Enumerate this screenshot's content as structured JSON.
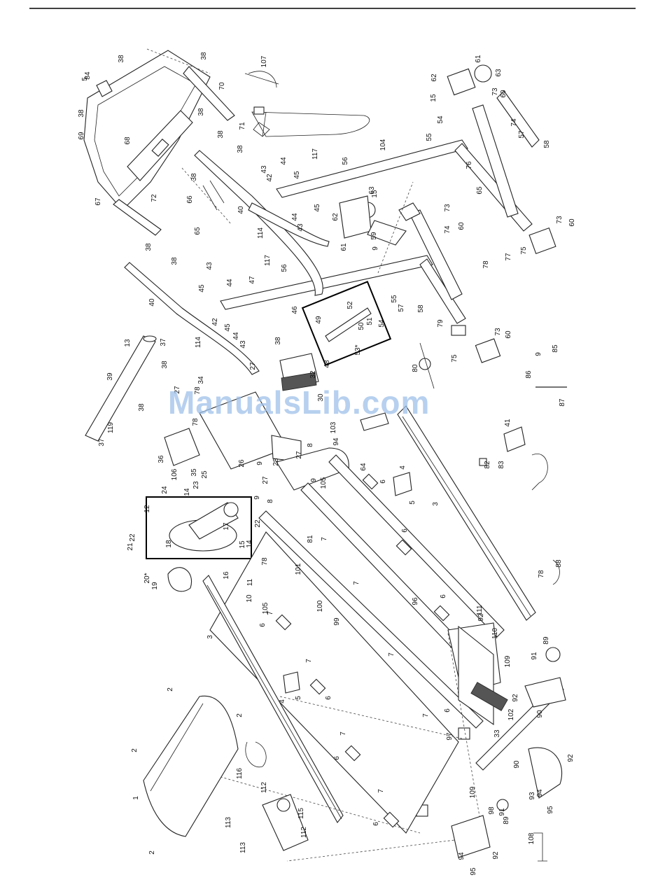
{
  "watermark": "ManualsLib.com",
  "part_labels": [
    {
      "id": "p1",
      "text": "1"
    },
    {
      "id": "p2a",
      "text": "2"
    },
    {
      "id": "p2b",
      "text": "2"
    },
    {
      "id": "p2c",
      "text": "2"
    },
    {
      "id": "p2d",
      "text": "2"
    },
    {
      "id": "p3a",
      "text": "3"
    },
    {
      "id": "p3b",
      "text": "3"
    },
    {
      "id": "p4a",
      "text": "4"
    },
    {
      "id": "p4b",
      "text": "4"
    },
    {
      "id": "p5a",
      "text": "5"
    },
    {
      "id": "p5b",
      "text": "5"
    },
    {
      "id": "p5c",
      "text": "5"
    },
    {
      "id": "p6a",
      "text": "6"
    },
    {
      "id": "p6b",
      "text": "6"
    },
    {
      "id": "p6c",
      "text": "6"
    },
    {
      "id": "p6d",
      "text": "6"
    },
    {
      "id": "p6e",
      "text": "6"
    },
    {
      "id": "p6f",
      "text": "6"
    },
    {
      "id": "p6g",
      "text": "6"
    },
    {
      "id": "p6h",
      "text": "6"
    },
    {
      "id": "p7a",
      "text": "7"
    },
    {
      "id": "p7b",
      "text": "7"
    },
    {
      "id": "p7c",
      "text": "7"
    },
    {
      "id": "p7d",
      "text": "7"
    },
    {
      "id": "p7e",
      "text": "7"
    },
    {
      "id": "p7f",
      "text": "7"
    },
    {
      "id": "p7g",
      "text": "7"
    },
    {
      "id": "p7h",
      "text": "7"
    },
    {
      "id": "p8a",
      "text": "8"
    },
    {
      "id": "p8b",
      "text": "8"
    },
    {
      "id": "p9a",
      "text": "9"
    },
    {
      "id": "p9b",
      "text": "9"
    },
    {
      "id": "p9c",
      "text": "9"
    },
    {
      "id": "p9d",
      "text": "9"
    },
    {
      "id": "p9e",
      "text": "9"
    },
    {
      "id": "p10",
      "text": "10"
    },
    {
      "id": "p11",
      "text": "11"
    },
    {
      "id": "p12",
      "text": "12"
    },
    {
      "id": "p13",
      "text": "13"
    },
    {
      "id": "p14a",
      "text": "14"
    },
    {
      "id": "p14b",
      "text": "14"
    },
    {
      "id": "p15a",
      "text": "15"
    },
    {
      "id": "p15b",
      "text": "15"
    },
    {
      "id": "p15c",
      "text": "15"
    },
    {
      "id": "p16",
      "text": "16"
    },
    {
      "id": "p17",
      "text": "17"
    },
    {
      "id": "p18",
      "text": "18"
    },
    {
      "id": "p19",
      "text": "19"
    },
    {
      "id": "p20",
      "text": "20*"
    },
    {
      "id": "p21",
      "text": "21"
    },
    {
      "id": "p22a",
      "text": "22"
    },
    {
      "id": "p22b",
      "text": "22"
    },
    {
      "id": "p23",
      "text": "23"
    },
    {
      "id": "p24",
      "text": "24"
    },
    {
      "id": "p25",
      "text": "25"
    },
    {
      "id": "p26",
      "text": "26"
    },
    {
      "id": "p27a",
      "text": "27"
    },
    {
      "id": "p27b",
      "text": "27"
    },
    {
      "id": "p27c",
      "text": "27"
    },
    {
      "id": "p27d",
      "text": "27"
    },
    {
      "id": "p28",
      "text": "28"
    },
    {
      "id": "p30",
      "text": "30"
    },
    {
      "id": "p32",
      "text": "32"
    },
    {
      "id": "p33",
      "text": "33"
    },
    {
      "id": "p34",
      "text": "34"
    },
    {
      "id": "p35",
      "text": "35"
    },
    {
      "id": "p36",
      "text": "36"
    },
    {
      "id": "p37a",
      "text": "37"
    },
    {
      "id": "p37b",
      "text": "37"
    },
    {
      "id": "p38a",
      "text": "38"
    },
    {
      "id": "p38b",
      "text": "38"
    },
    {
      "id": "p38c",
      "text": "38"
    },
    {
      "id": "p38d",
      "text": "38"
    },
    {
      "id": "p38e",
      "text": "38"
    },
    {
      "id": "p38f",
      "text": "38"
    },
    {
      "id": "p38g",
      "text": "38"
    },
    {
      "id": "p38h",
      "text": "38"
    },
    {
      "id": "p38i",
      "text": "38"
    },
    {
      "id": "p38j",
      "text": "38"
    },
    {
      "id": "p38k",
      "text": "38"
    },
    {
      "id": "p38l",
      "text": "38"
    },
    {
      "id": "p39",
      "text": "39"
    },
    {
      "id": "p40a",
      "text": "40"
    },
    {
      "id": "p40b",
      "text": "40"
    },
    {
      "id": "p41",
      "text": "41"
    },
    {
      "id": "p42a",
      "text": "42"
    },
    {
      "id": "p42b",
      "text": "42"
    },
    {
      "id": "p43a",
      "text": "43"
    },
    {
      "id": "p43b",
      "text": "43"
    },
    {
      "id": "p43c",
      "text": "43"
    },
    {
      "id": "p43d",
      "text": "43"
    },
    {
      "id": "p44a",
      "text": "44"
    },
    {
      "id": "p44b",
      "text": "44"
    },
    {
      "id": "p44c",
      "text": "44"
    },
    {
      "id": "p44d",
      "text": "44"
    },
    {
      "id": "p45a",
      "text": "45"
    },
    {
      "id": "p45b",
      "text": "45"
    },
    {
      "id": "p45c",
      "text": "45"
    },
    {
      "id": "p45d",
      "text": "45"
    },
    {
      "id": "p46",
      "text": "46"
    },
    {
      "id": "p47",
      "text": "47"
    },
    {
      "id": "p48",
      "text": "48"
    },
    {
      "id": "p49",
      "text": "49"
    },
    {
      "id": "p50",
      "text": "50"
    },
    {
      "id": "p51",
      "text": "51"
    },
    {
      "id": "p52",
      "text": "52"
    },
    {
      "id": "p53",
      "text": "53*"
    },
    {
      "id": "p54a",
      "text": "54"
    },
    {
      "id": "p54b",
      "text": "54"
    },
    {
      "id": "p55a",
      "text": "55"
    },
    {
      "id": "p55b",
      "text": "55"
    },
    {
      "id": "p56a",
      "text": "56"
    },
    {
      "id": "p56b",
      "text": "56"
    },
    {
      "id": "p57a",
      "text": "57"
    },
    {
      "id": "p57b",
      "text": "57"
    },
    {
      "id": "p58a",
      "text": "58"
    },
    {
      "id": "p58b",
      "text": "58"
    },
    {
      "id": "p59",
      "text": "59"
    },
    {
      "id": "p60a",
      "text": "60"
    },
    {
      "id": "p60b",
      "text": "60"
    },
    {
      "id": "p60c",
      "text": "60"
    },
    {
      "id": "p60d",
      "text": "60"
    },
    {
      "id": "p61a",
      "text": "61"
    },
    {
      "id": "p61b",
      "text": "61"
    },
    {
      "id": "p62a",
      "text": "62"
    },
    {
      "id": "p62b",
      "text": "62"
    },
    {
      "id": "p63a",
      "text": "63"
    },
    {
      "id": "p63b",
      "text": "63"
    },
    {
      "id": "p64",
      "text": "64"
    },
    {
      "id": "p65a",
      "text": "65"
    },
    {
      "id": "p65b",
      "text": "65"
    },
    {
      "id": "p66",
      "text": "66"
    },
    {
      "id": "p67",
      "text": "67"
    },
    {
      "id": "p68",
      "text": "68"
    },
    {
      "id": "p69",
      "text": "69"
    },
    {
      "id": "p70",
      "text": "70"
    },
    {
      "id": "p71",
      "text": "71"
    },
    {
      "id": "p72",
      "text": "72"
    },
    {
      "id": "p73a",
      "text": "73"
    },
    {
      "id": "p73b",
      "text": "73"
    },
    {
      "id": "p73c",
      "text": "73"
    },
    {
      "id": "p73d",
      "text": "73"
    },
    {
      "id": "p74a",
      "text": "74"
    },
    {
      "id": "p74b",
      "text": "74"
    },
    {
      "id": "p75a",
      "text": "75"
    },
    {
      "id": "p75b",
      "text": "75"
    },
    {
      "id": "p76",
      "text": "76"
    },
    {
      "id": "p77",
      "text": "77"
    },
    {
      "id": "p78a",
      "text": "78"
    },
    {
      "id": "p78b",
      "text": "78"
    },
    {
      "id": "p78c",
      "text": "78"
    },
    {
      "id": "p78d",
      "text": "78"
    },
    {
      "id": "p78e",
      "text": "78"
    },
    {
      "id": "p79",
      "text": "79"
    },
    {
      "id": "p80",
      "text": "80"
    },
    {
      "id": "p81",
      "text": "81"
    },
    {
      "id": "p82",
      "text": "82"
    },
    {
      "id": "p83",
      "text": "83"
    },
    {
      "id": "p84",
      "text": "84"
    },
    {
      "id": "p85",
      "text": "85"
    },
    {
      "id": "p86",
      "text": "86"
    },
    {
      "id": "p87",
      "text": "87"
    },
    {
      "id": "p88",
      "text": "88"
    },
    {
      "id": "p89a",
      "text": "89"
    },
    {
      "id": "p89b",
      "text": "89"
    },
    {
      "id": "p90a",
      "text": "90"
    },
    {
      "id": "p90b",
      "text": "90"
    },
    {
      "id": "p91a",
      "text": "91"
    },
    {
      "id": "p91b",
      "text": "91"
    },
    {
      "id": "p92a",
      "text": "92"
    },
    {
      "id": "p92b",
      "text": "92"
    },
    {
      "id": "p92c",
      "text": "92"
    },
    {
      "id": "p92d",
      "text": "92"
    },
    {
      "id": "p93",
      "text": "93"
    },
    {
      "id": "p94a",
      "text": "94"
    },
    {
      "id": "p94b",
      "text": "94"
    },
    {
      "id": "p94c",
      "text": "94"
    },
    {
      "id": "p95a",
      "text": "95"
    },
    {
      "id": "p95b",
      "text": "95"
    },
    {
      "id": "p96",
      "text": "96"
    },
    {
      "id": "p97",
      "text": "97"
    },
    {
      "id": "p98",
      "text": "98"
    },
    {
      "id": "p99",
      "text": "99"
    },
    {
      "id": "p100",
      "text": "100"
    },
    {
      "id": "p101",
      "text": "101"
    },
    {
      "id": "p102",
      "text": "102"
    },
    {
      "id": "p103",
      "text": "103"
    },
    {
      "id": "p104",
      "text": "104"
    },
    {
      "id": "p105a",
      "text": "105"
    },
    {
      "id": "p105b",
      "text": "105"
    },
    {
      "id": "p106",
      "text": "106"
    },
    {
      "id": "p107",
      "text": "107"
    },
    {
      "id": "p108",
      "text": "108"
    },
    {
      "id": "p109a",
      "text": "109"
    },
    {
      "id": "p109b",
      "text": "109"
    },
    {
      "id": "p110",
      "text": "110"
    },
    {
      "id": "p111",
      "text": "111"
    },
    {
      "id": "p112a",
      "text": "112"
    },
    {
      "id": "p112b",
      "text": "112"
    },
    {
      "id": "p113a",
      "text": "113"
    },
    {
      "id": "p113b",
      "text": "113"
    },
    {
      "id": "p114a",
      "text": "114"
    },
    {
      "id": "p114b",
      "text": "114"
    },
    {
      "id": "p115",
      "text": "115"
    },
    {
      "id": "p116",
      "text": "116"
    },
    {
      "id": "p117a",
      "text": "117"
    },
    {
      "id": "p117b",
      "text": "117"
    },
    {
      "id": "p119",
      "text": "119"
    }
  ]
}
